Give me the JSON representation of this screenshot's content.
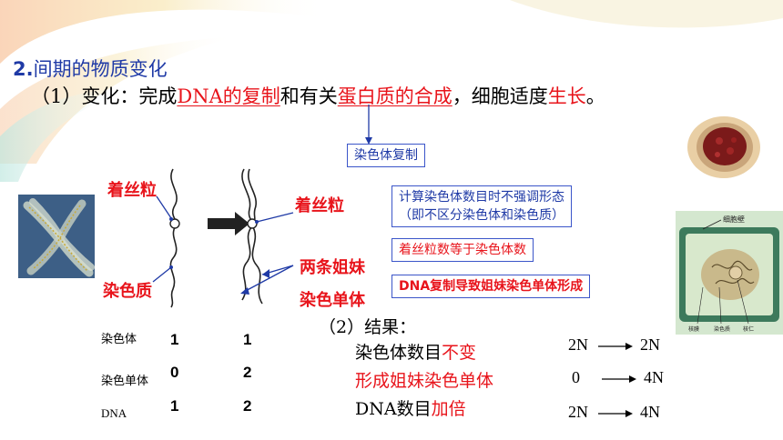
{
  "title": {
    "number": "2.",
    "text": "间期的物质变化"
  },
  "change_line": {
    "prefix": "（1）变化：完成",
    "dna_copy": "DNA的复制",
    "mid": "和有关",
    "protein": "蛋白质的合成",
    "mid2": "，细胞适度",
    "grow": "生长",
    "end": "。"
  },
  "diagram": {
    "label_centromere_left": "着丝粒",
    "label_chromatin": "染色质",
    "label_centromere_right": "着丝粒",
    "label_two_sister_1": "两条姐妹",
    "label_two_sister_2": "染色单体"
  },
  "boxes": {
    "replication": "染色体复制",
    "count_note_1": "计算染色体数目时不强调形态",
    "count_note_2": "（即不区分染色体和染色质）",
    "centromere_count": "着丝粒数等于染色体数",
    "dna_copy": "DNA复制导致姐妹染色单体形成"
  },
  "table": {
    "rows": [
      {
        "label": "染色体",
        "before": "1",
        "after": "1"
      },
      {
        "label": "染色单体",
        "before": "0",
        "after": "2"
      },
      {
        "label": "DNA",
        "before": "1",
        "after": "2"
      }
    ]
  },
  "result": {
    "heading": "（2）结果：",
    "line1_a": "染色体数目",
    "line1_b": "不变",
    "line2": "形成姐妹染色单体",
    "line3_a": "DNA数目",
    "line3_b": "加倍"
  },
  "equations": [
    {
      "from": "2N",
      "to": "2N"
    },
    {
      "from": "0",
      "to": "4N"
    },
    {
      "from": "2N",
      "to": "4N"
    }
  ],
  "cell_image": {
    "wall_label": "细胞壁",
    "label_a": "核膜",
    "label_b": "染色质",
    "label_c": "核仁"
  }
}
